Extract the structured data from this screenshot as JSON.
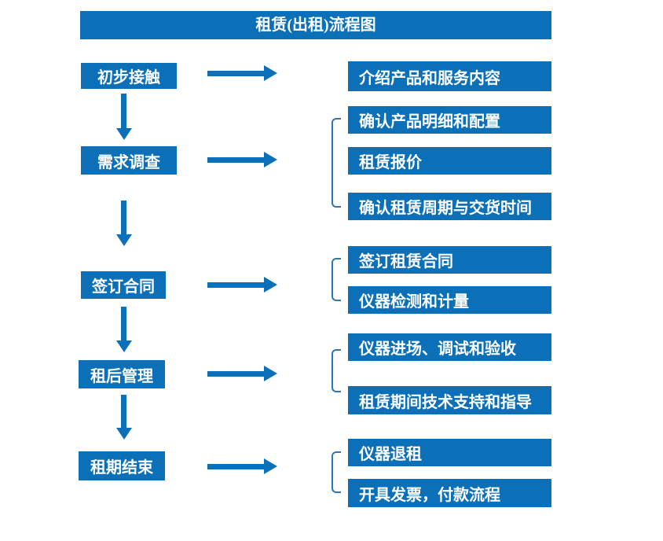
{
  "title": "租赁(出租)流程图",
  "colors": {
    "primary": "#0c70b8",
    "bracket": "#2e76b8",
    "boxtext": "#ffffff",
    "background": "#ffffff"
  },
  "steps": [
    {
      "label": "初步接触",
      "details": [
        "介绍产品和服务内容"
      ]
    },
    {
      "label": "需求调查",
      "details": [
        "确认产品明细和配置",
        "租赁报价",
        "确认租赁周期与交货时间"
      ]
    },
    {
      "label": "签订合同",
      "details": [
        "签订租赁合同",
        "仪器检测和计量"
      ]
    },
    {
      "label": "租后管理",
      "details": [
        "仪器进场、调试和验收",
        "租赁期间技术支持和指导"
      ]
    },
    {
      "label": "租期结束",
      "details": [
        "仪器退租",
        "开具发票，付款流程"
      ]
    }
  ]
}
